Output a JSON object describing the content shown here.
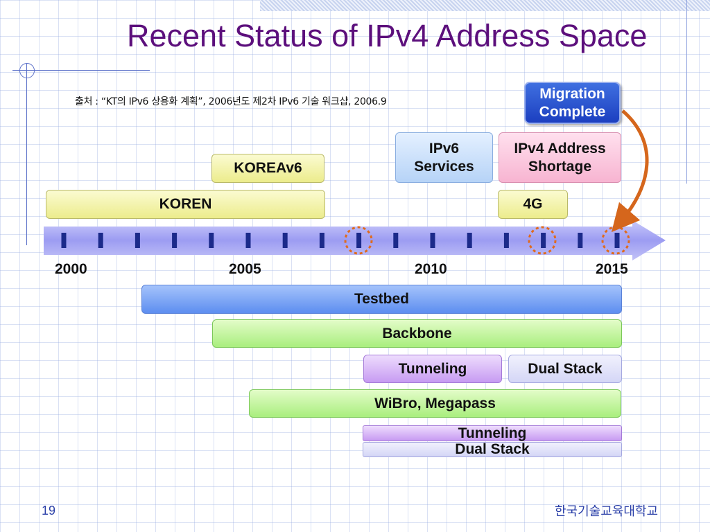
{
  "slide": {
    "title": "Recent Status of IPv4 Address Space",
    "source": "출처 : “KT의 IPv6 상용화 계획”, 2006년도 제2차 IPv6 기술 워크샵, 2006.9",
    "page_number": "19",
    "footer_org": "한국기술교육대학교"
  },
  "timeline": {
    "years": [
      "2000",
      "2005",
      "2010",
      "2015"
    ],
    "arrow_color": "#9c9cf2",
    "tick_color": "#1b2a8a",
    "highlight_color": "#e06a1c"
  },
  "above": {
    "koreav6": "KOREAv6",
    "koren": "KOREN",
    "ipv6_services": "IPv6 Services",
    "ipv4_shortage": "IPv4 Address Shortage",
    "fourg": "4G",
    "migration": "Migration Complete"
  },
  "below": {
    "testbed": "Testbed",
    "backbone": "Backbone",
    "tunneling": "Tunneling",
    "dual_stack": "Dual Stack",
    "wibro": "WiBro, Megapass",
    "tunneling_2": "Tunneling",
    "dual_stack_2": "Dual Stack"
  }
}
